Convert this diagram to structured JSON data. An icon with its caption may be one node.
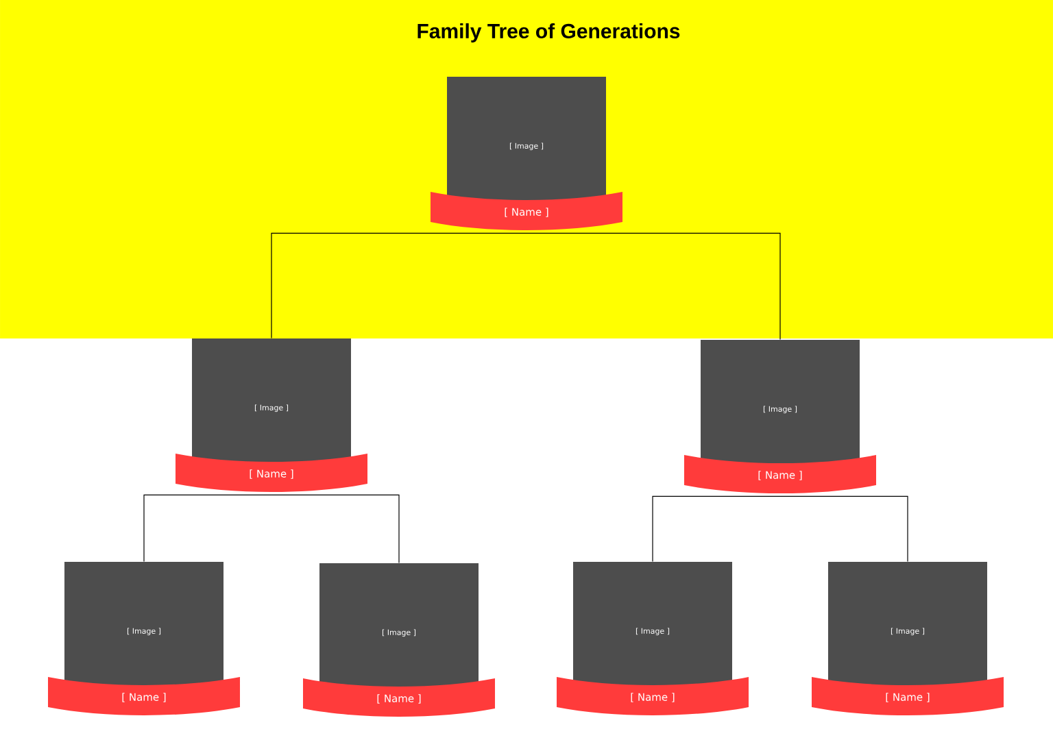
{
  "diagram": {
    "title": "Family Tree of Generations",
    "nodes": [
      {
        "text": [
          "[ Image ]",
          "[ Name ]"
        ]
      },
      {
        "text": [
          "[ Image ]",
          "[ Name ]"
        ]
      },
      {
        "text": [
          "[ Image ]",
          "[ Name ]"
        ]
      },
      {
        "text": [
          "[ Image ]",
          "[ Name ]"
        ]
      },
      {
        "text": [
          "[ Image ]",
          "[ Name ]"
        ]
      },
      {
        "text": [
          "[ Image ]",
          "[ Name ]"
        ]
      },
      {
        "text": [
          "[ Image ]",
          "[ Name ]"
        ]
      }
    ],
    "edges": [
      {
        "from": 0,
        "to": 1,
        "arrow": "none"
      },
      {
        "from": 0,
        "to": 2,
        "arrow": "none"
      },
      {
        "from": 1,
        "to": 3,
        "arrow": "none"
      },
      {
        "from": 1,
        "to": 4,
        "arrow": "none"
      },
      {
        "from": 2,
        "to": 5,
        "arrow": "none"
      },
      {
        "from": 2,
        "to": 6,
        "arrow": "none"
      }
    ]
  }
}
